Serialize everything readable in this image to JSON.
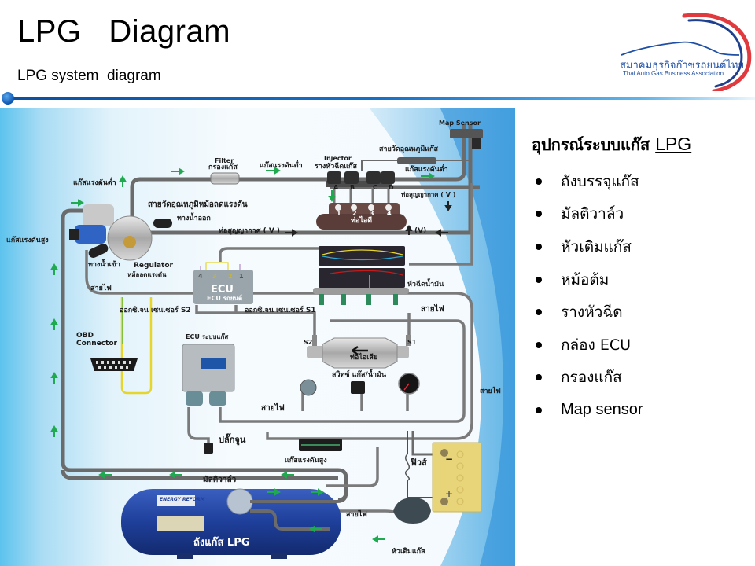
{
  "header": {
    "title": "LPG   Diagram",
    "subtitle": "LPG system  diagram"
  },
  "logo": {
    "name_th": "สมาคมธุรกิจก๊าซรถยนต์ไทย",
    "name_en": "Thai Auto Gas Business Association",
    "colors": {
      "red": "#e03a3e",
      "blue": "#1f4fa4"
    }
  },
  "diagram": {
    "labels": {
      "map_sensor": "Map Sensor",
      "filter_en": "Filter",
      "filter_th": "กรองแก๊ส",
      "low_pressure_gas_1": "แก๊สแรงดันต่ำ",
      "low_pressure_gas_2": "แก๊สแรงดันต่ำ",
      "low_pressure_gas_3": "แก๊สแรงดันต่ำ",
      "injector_en": "Injector",
      "injector_th": "รางหัวฉีดแก๊ส",
      "gas_temp_wire": "สายวัดอุณหภูมิแก๊ส",
      "regulator_temp_wire": "สายวัดอุณหภูมิหม้อลดแรงดัน",
      "water_out": "ทางน้ำออก",
      "vacuum_hose_1": "ท่อสูญญากาศ ( V )",
      "vacuum_hose_2": "ท่อสูญญากาศ ( V )",
      "vacuum_v": "(V)",
      "high_pressure_gas": "แก๊สแรงดันสูง",
      "water_in": "ทางน้ำเข้า",
      "regulator_en": "Regulator",
      "regulator_th": "หม้อลดแรงดัน",
      "intake_manifold": "ท่อไอดี",
      "injector_letters": [
        "A",
        "B",
        "C",
        "D"
      ],
      "cylinder_numbers": [
        "1",
        "2",
        "3",
        "4"
      ],
      "wire_1": "สายไฟ",
      "wire_2": "สายไฟ",
      "wire_3": "สายไฟ",
      "wire_4": "สายไฟ",
      "wire_5": "สายไฟ",
      "ecu_car_big": "ECU",
      "ecu_car": "ECU รถยนต์",
      "ecu_pins": [
        "4",
        "3",
        "2",
        "1"
      ],
      "fuel_injectors": "หัวฉีดน้ำมัน",
      "oxygen_sensor_s2": "ออกซิเจน  เซนเซอร์  S2",
      "oxygen_sensor_s1": "ออกซิเจน  เซนเซอร์  S1",
      "obd_connector": "OBD\nConnector",
      "ecu_gas": "ECU  ระบบแก๊ส",
      "s1": "S1",
      "s2": "S2",
      "exhaust_pipe": "ท่อไอเสีย",
      "gas_fuel_switch": "สวิทซ์  แก๊ส/น้ำมัน",
      "plug": "ปลั๊กจูน",
      "high_pressure_gas_2": "แก๊สแรงดันสูง",
      "multivalve": "มัลติวาล์ว",
      "fuse": "ฟิวส์",
      "battery_minus": "−",
      "battery_plus": "+",
      "lpg_tank": "ถังแก๊ส  LPG",
      "tank_brand": "ENERGY REFORM",
      "filler": "หัวเติมแก๊ส"
    },
    "colors": {
      "pipe": "#6b6b6b",
      "flow_arrow": "#1faa4f",
      "tank": "#1e3f9a",
      "manifold": "#5a3d38",
      "battery": "#e8d479",
      "wire_red": "#c41a1a",
      "wire_yellow": "#e6d52a"
    }
  },
  "panel": {
    "title_th": "อุปกรณ์ระบบแก๊ส ",
    "title_en": "LPG",
    "items": [
      {
        "label": "ถังบรรจุแก๊ส",
        "lang": "th"
      },
      {
        "label": "มัลติวาล์ว",
        "lang": "th"
      },
      {
        "label": "หัวเติมแก๊ส",
        "lang": "th"
      },
      {
        "label": "หม้อต้ม",
        "lang": "th"
      },
      {
        "label": "รางหัวฉีด",
        "lang": "th"
      },
      {
        "label": "กล่อง ECU",
        "lang": "th"
      },
      {
        "label": "กรองแก๊ส",
        "lang": "th"
      },
      {
        "label": "Map sensor",
        "lang": "en"
      }
    ]
  }
}
